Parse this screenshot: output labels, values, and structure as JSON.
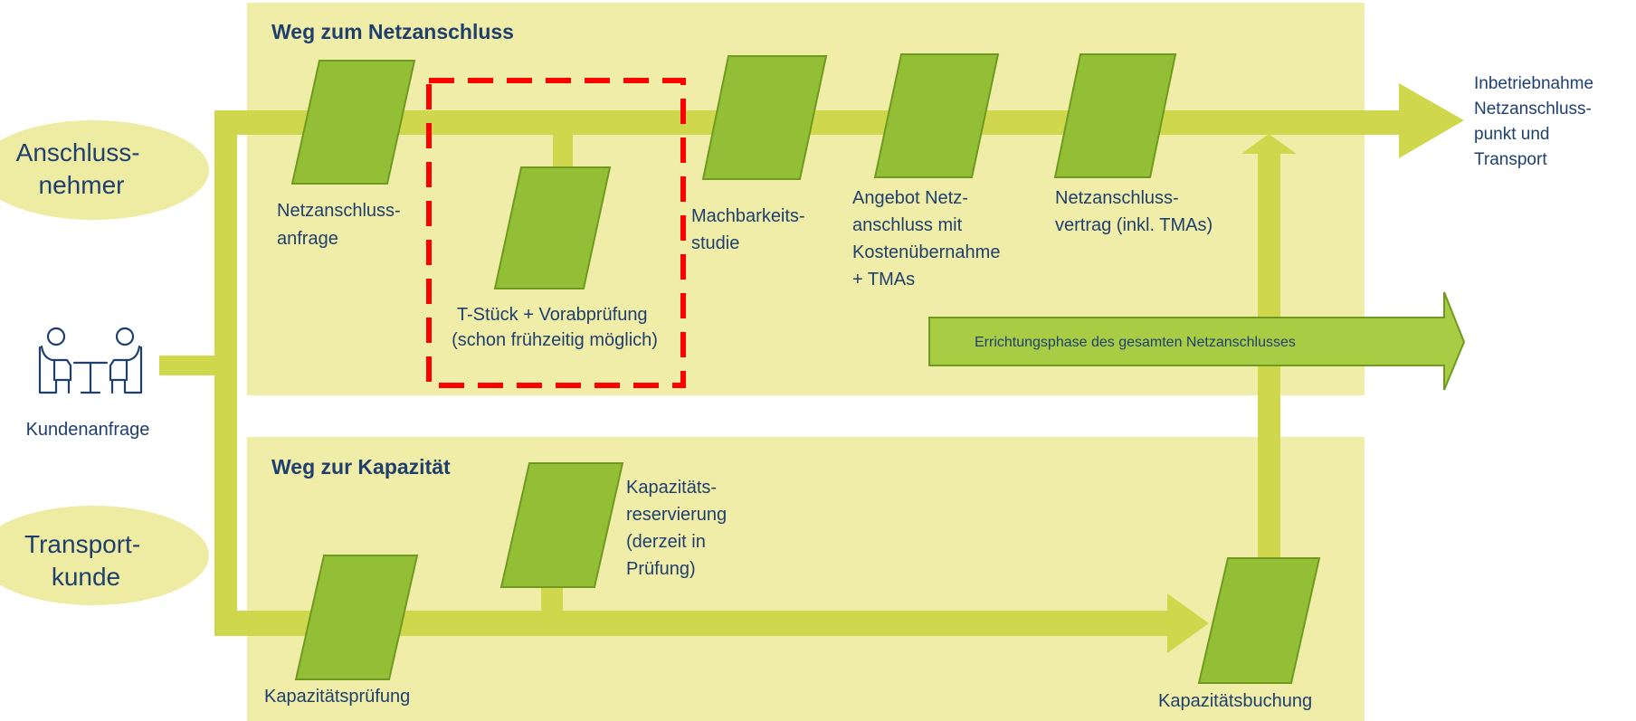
{
  "sections": {
    "top_heading": "Weg zum Netzanschluss",
    "bottom_heading": "Weg zur Kapazität"
  },
  "actors": {
    "anschlussnehmer": [
      "Anschluss-",
      "nehmer"
    ],
    "transportkunde": [
      "Transport-",
      "kunde"
    ],
    "kundenanfrage": "Kundenanfrage"
  },
  "steps": {
    "netzanschlussanfrage": [
      "Netzanschluss-",
      "anfrage"
    ],
    "tstueck": [
      "T-Stück + Vorabprüfung",
      "(schon frühzeitig möglich)"
    ],
    "machbarkeitsstudie": [
      "Machbarkeits-",
      "studie"
    ],
    "angebot": [
      "Angebot Netz-",
      "anschluss mit",
      "Kostenübernahme",
      "+ TMAs"
    ],
    "netzanschlussvertrag": [
      "Netzanschluss-",
      "vertrag (inkl. TMAs)"
    ],
    "inbetriebnahme": [
      "Inbetriebnahme",
      "Netzanschluss-",
      "punkt und",
      "Transport"
    ],
    "errichtungsphase": "Errichtungsphase des gesamten Netzanschlusses",
    "kapazitaetsreservierung": [
      "Kapazitäts-",
      "reservierung",
      "(derzeit in",
      "Prüfung)"
    ],
    "kapazitaetspruefung": "Kapazitätsprüfung",
    "kapazitaetsbuchung": "Kapazitätsbuchung"
  },
  "colors": {
    "panel": "#f0eda8",
    "arrow": "#cfd84d",
    "step_fill": "#93bf36",
    "step_stroke": "#6f9a1f",
    "ellipse": "#eeeba2",
    "text": "#1f3f6e",
    "highlight_dash": "#ff0000",
    "errichtung_fill": "#a8cc44"
  }
}
